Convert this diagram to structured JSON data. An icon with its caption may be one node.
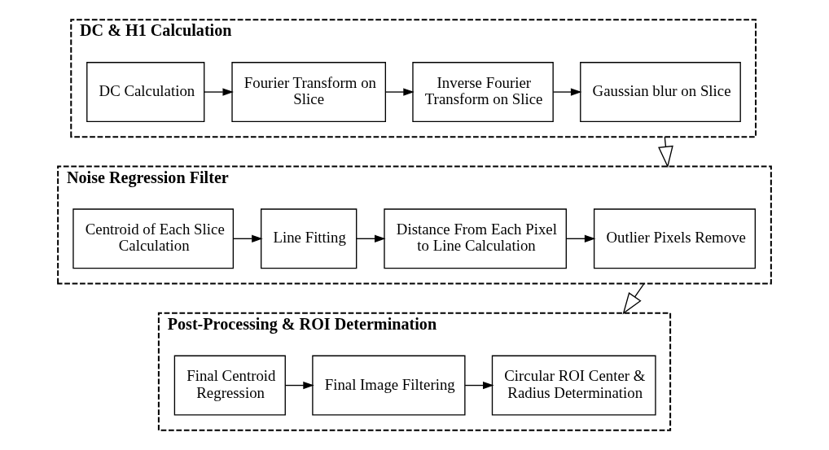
{
  "diagram": {
    "nodes": [
      {
        "text": [
          "DC & H1 Calculation"
        ]
      },
      {
        "text": [
          "DC Calculation"
        ],
        "in": 0
      },
      {
        "text": [
          "Fourier Transform on Slice"
        ],
        "in": 0
      },
      {
        "text": [
          "Inverse Fourier Transform on Slice"
        ],
        "in": 0
      },
      {
        "text": [
          "Gaussian blur on Slice"
        ],
        "in": 0
      },
      {
        "text": [
          "Noise Regression Filter"
        ]
      },
      {
        "text": [
          "Centroid of Each Slice Calculation"
        ],
        "in": 5
      },
      {
        "text": [
          "Line Fitting"
        ],
        "in": 5
      },
      {
        "text": [
          "Distance From Each Pixel to Line Calculation"
        ],
        "in": 5
      },
      {
        "text": [
          "Outlier Pixels Remove"
        ],
        "in": 5
      },
      {
        "text": [
          "Post-Processing & ROI Determination"
        ]
      },
      {
        "text": [
          "Final Centroid Regression"
        ],
        "in": 10
      },
      {
        "text": [
          "Final Image Filtering"
        ],
        "in": 10
      },
      {
        "text": [
          "Circular ROI Center & Radius Determination"
        ],
        "in": 10
      }
    ],
    "edges": [
      {
        "from": 1,
        "to": 2,
        "arrow": "to"
      },
      {
        "from": 2,
        "to": 3,
        "arrow": "to"
      },
      {
        "from": 3,
        "to": 4,
        "arrow": "to"
      },
      {
        "from": 0,
        "to": 5,
        "arrow": "to"
      },
      {
        "from": 6,
        "to": 7,
        "arrow": "to"
      },
      {
        "from": 7,
        "to": 8,
        "arrow": "to"
      },
      {
        "from": 8,
        "to": 9,
        "arrow": "to"
      },
      {
        "from": 5,
        "to": 10,
        "arrow": "to"
      },
      {
        "from": 11,
        "to": 12,
        "arrow": "to"
      },
      {
        "from": 12,
        "to": 13,
        "arrow": "to"
      }
    ]
  }
}
